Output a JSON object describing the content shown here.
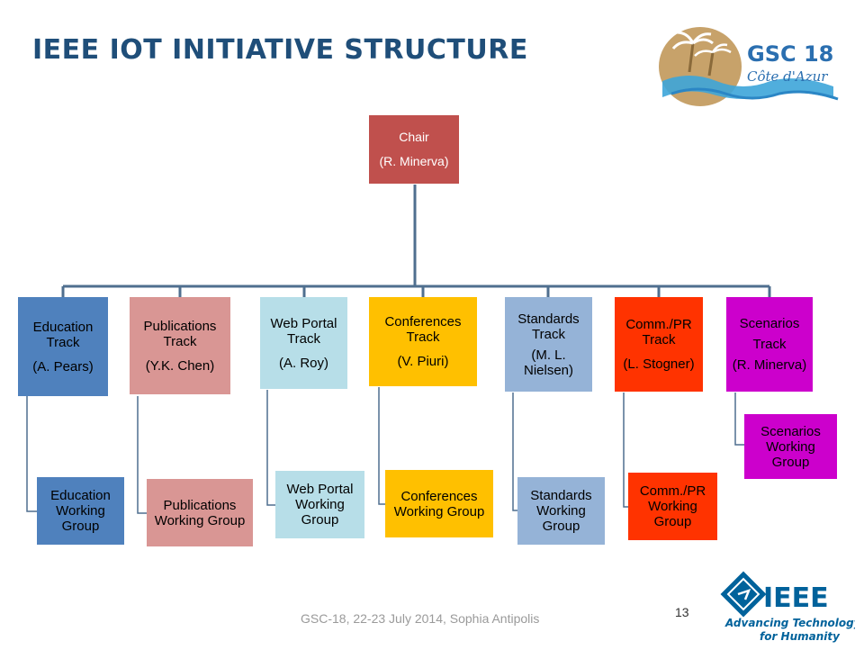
{
  "title": "IEEE IOT INITIATIVE STRUCTURE",
  "chair": {
    "line1": "Chair",
    "line2": "(R. Minerva)"
  },
  "tracks": [
    {
      "name": "Education Track",
      "lead": "(A. Pears)",
      "group": "Education Working Group"
    },
    {
      "name": "Publications Track",
      "lead": "(Y.K. Chen)",
      "group": "Publications Working Group"
    },
    {
      "name": "Web Portal Track",
      "lead": "(A. Roy)",
      "group": "Web Portal Working Group"
    },
    {
      "name": "Conferences Track",
      "lead": "(V. Piuri)",
      "group": "Conferences Working Group"
    },
    {
      "name": "Standards Track",
      "lead": "(M. L. Nielsen)",
      "group": "Standards Working Group"
    },
    {
      "name": "Comm./PR Track",
      "lead": "(L. Stogner)",
      "group": "Comm./PR Working Group"
    },
    {
      "name": "Scenarios",
      "name2": "Track",
      "lead": "(R. Minerva)",
      "group": "Scenarios Working Group"
    }
  ],
  "footer": "GSC-18, 22-23 July 2014, Sophia Antipolis",
  "page_number": "13",
  "logo_gsc": {
    "line1": "GSC 18",
    "line2": "Côte d'Azur"
  },
  "logo_ieee": {
    "name": "IEEE",
    "tagline1": "Advancing Technology",
    "tagline2": "for Humanity"
  },
  "colors": {
    "chair": "#c0504d",
    "education": "#4f81bd",
    "publications": "#d99694",
    "webportal": "#b7dee8",
    "conferences": "#ffc000",
    "standards": "#95b3d7",
    "commpr": "#ff3300",
    "scenarios": "#cc00cc",
    "connector": "#4f6f8f",
    "title": "#1f4e79"
  }
}
